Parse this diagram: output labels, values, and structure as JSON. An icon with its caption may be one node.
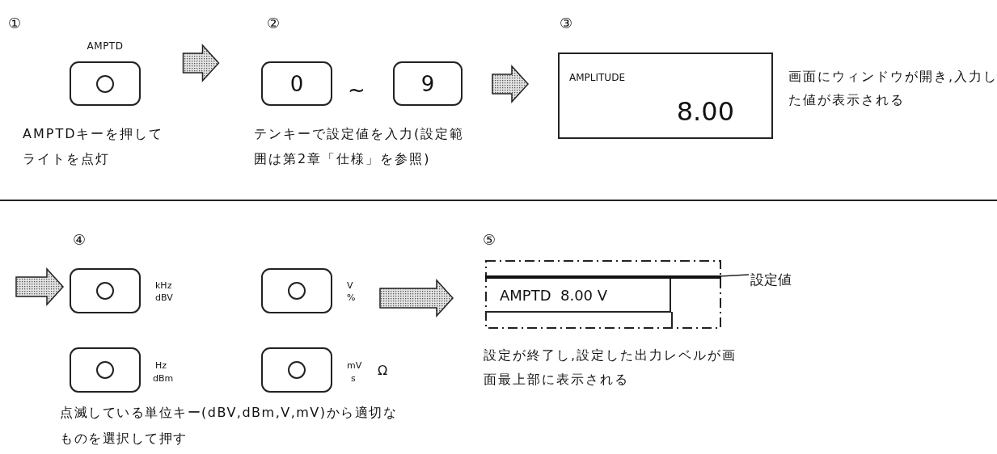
{
  "diagram": {
    "nodes": [
      {
        "text": [
          "AMPTD"
        ],
        "beside": [
          "AMPTDキーを押してライトを点灯"
        ]
      },
      {
        "text": [
          "0"
        ],
        "beside": [
          "テンキーで設定値を入力(設定範囲は第2章「仕様」を参照)"
        ]
      },
      {
        "text": [
          "9"
        ]
      },
      {
        "text": [
          "AMPLITUDE",
          "8.00"
        ],
        "beside": [
          "画面にウィンドウが開き,入力した値が表示される"
        ]
      },
      {
        "text": [],
        "shape": "box",
        "beside": [
          "kHz",
          "dBV"
        ]
      },
      {
        "text": [],
        "shape": "box",
        "beside": [
          "V",
          "%"
        ]
      },
      {
        "text": [],
        "shape": "box",
        "beside": [
          "Hz",
          "dBm"
        ]
      },
      {
        "text": [],
        "shape": "box",
        "beside": [
          "mV",
          "s",
          "Ω"
        ]
      },
      {
        "text": [],
        "shape": "box",
        "beside": [
          "設定が終了し,設定した出力レベルが画面最上部に表示される"
        ]
      },
      {
        "text": [],
        "shape": "bar",
        "in": 8
      },
      {
        "text": [
          "AMPTD  8.00 V"
        ],
        "in": 8
      },
      {
        "text": [
          "設定値"
        ]
      }
    ],
    "edges": [
      {
        "from": 0,
        "to": 1,
        "arrow": "to"
      },
      {
        "from": 2,
        "to": 3,
        "arrow": "to"
      },
      {
        "from": null,
        "to": 4,
        "arrow": "to"
      },
      {
        "from": 5,
        "to": 8,
        "arrow": "to"
      },
      {
        "from": 11,
        "to": 9,
        "arrow": "none"
      }
    ],
    "labels": [
      "①",
      "②",
      "~",
      "③",
      "④",
      "⑤",
      "点滅している単位キー(dBV,dBm,V,mV)から適切なものを選択して押す"
    ]
  }
}
